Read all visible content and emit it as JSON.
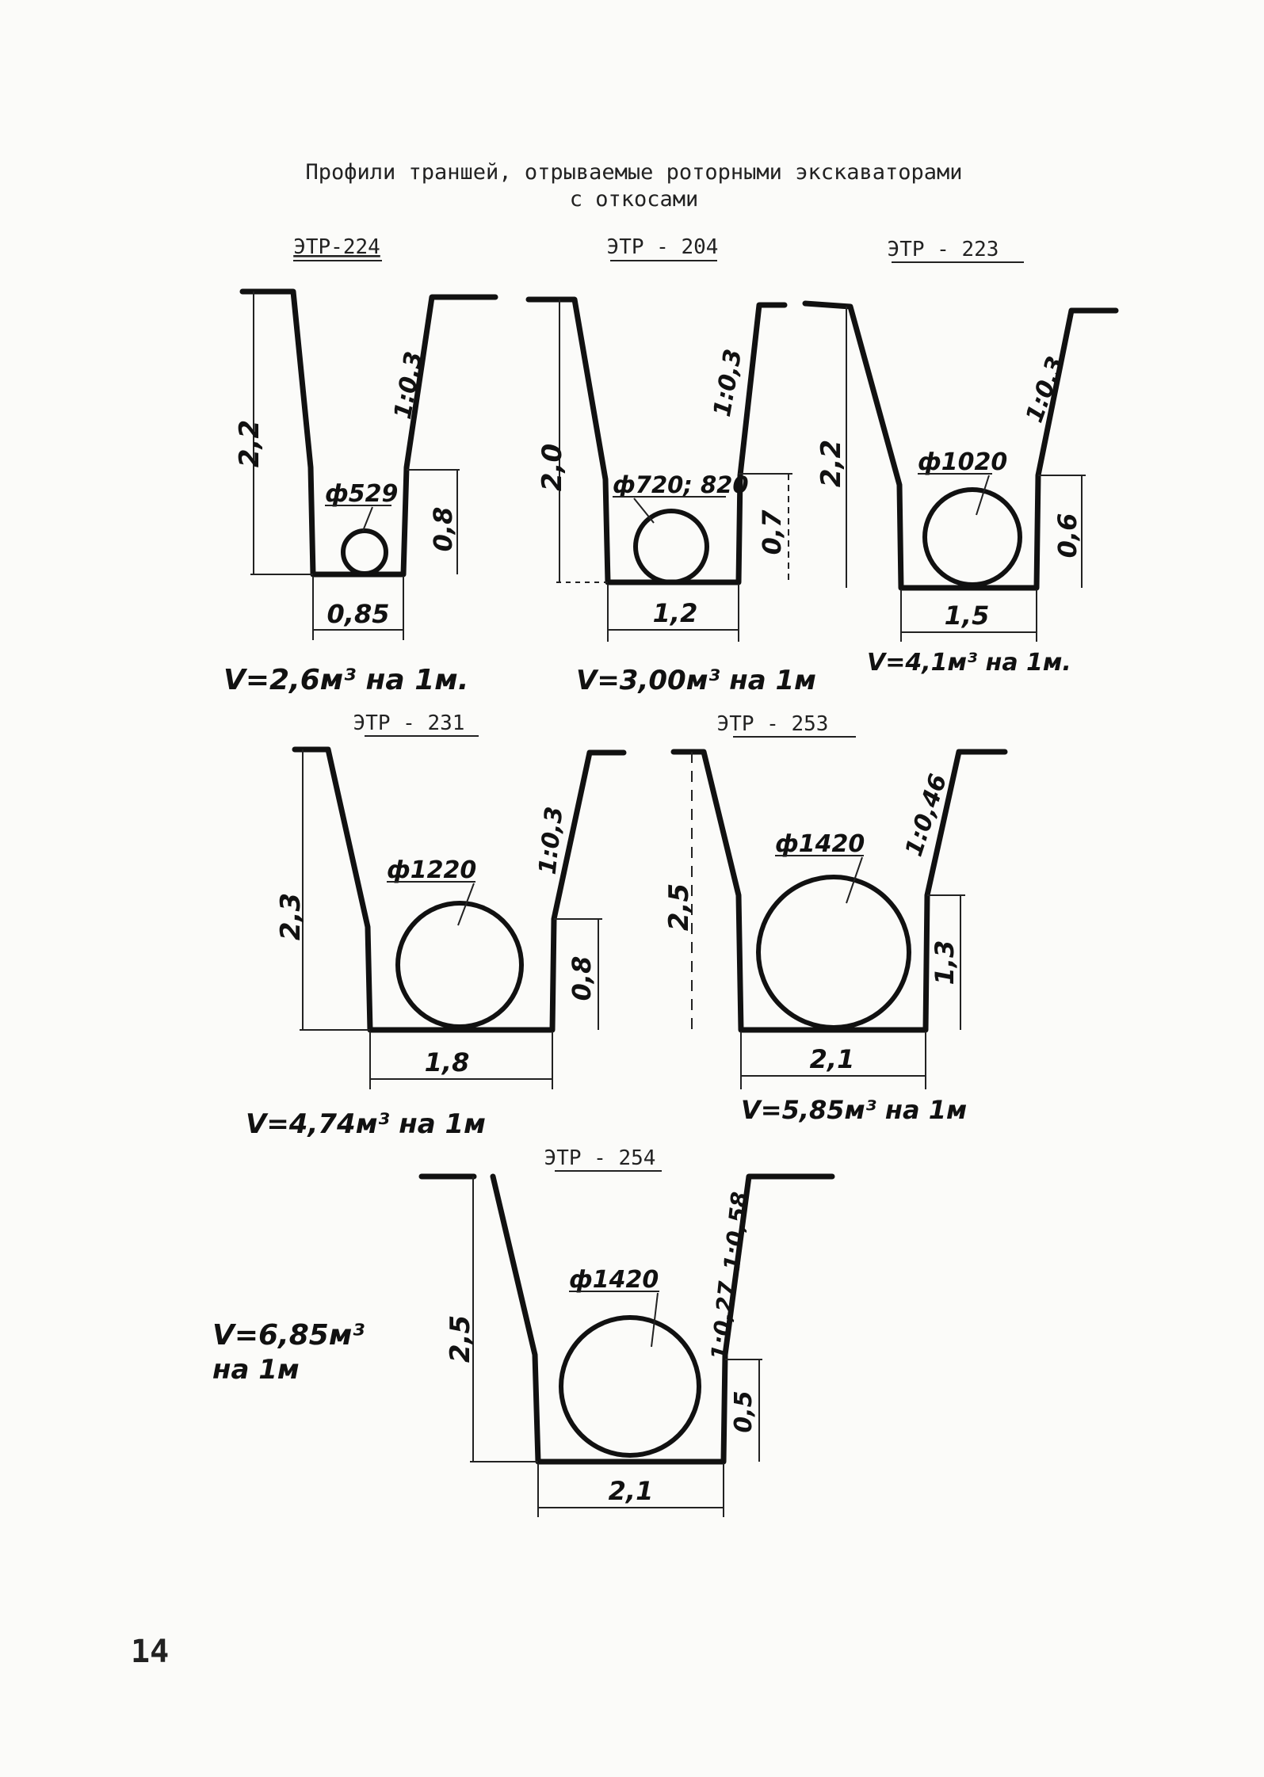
{
  "header": {
    "title_line1": "Профили траншей, отрываемые роторными экскаваторами",
    "title_line2": "с откосами"
  },
  "profiles": [
    {
      "name": "ЭТР-224",
      "depth": "2,2",
      "slope": "1:0,3",
      "pipe": "ф529",
      "fill_height": "0,8",
      "bottom_width": "0,85",
      "volume": "V=2,6м³ на 1м."
    },
    {
      "name": "ЭТР - 204",
      "depth": "2,0",
      "slope": "1:0,3",
      "pipe": "ф720; 820",
      "fill_height": "0,7",
      "bottom_width": "1,2",
      "volume": "V=3,00м³ на 1м"
    },
    {
      "name": "ЭТР - 223",
      "depth": "2,2",
      "slope": "1:0,3",
      "pipe": "ф1020",
      "fill_height": "0,6",
      "bottom_width": "1,5",
      "volume": "V=4,1м³ на 1м."
    },
    {
      "name": "ЭТР - 231",
      "depth": "2,3",
      "slope": "1:0,3",
      "pipe": "ф1220",
      "fill_height": "0,8",
      "bottom_width": "1,8",
      "volume": "V=4,74м³ на 1м"
    },
    {
      "name": "ЭТР - 253",
      "depth": "2,5",
      "slope": "1:0,46",
      "pipe": "ф1420",
      "fill_height": "1,3",
      "bottom_width": "2,1",
      "volume": "V=5,85м³ на 1м"
    },
    {
      "name": "ЭТР - 254",
      "depth": "2,5",
      "slope": "1:0,58",
      "slope_lower": "1:0,27",
      "pipe": "ф1420",
      "fill_height": "0,5",
      "bottom_width": "2,1",
      "volume_line1": "V=6,85м³",
      "volume_line2": "на 1м"
    }
  ],
  "footer": {
    "page_number": "14"
  }
}
